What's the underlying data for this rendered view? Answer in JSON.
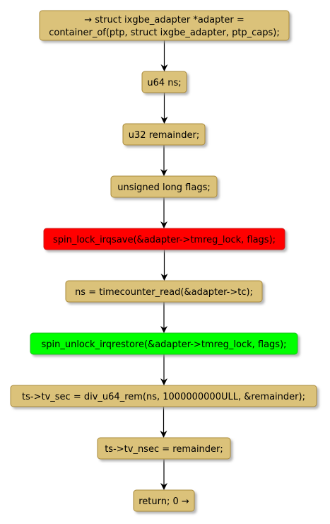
{
  "colors": {
    "node_fill": "#dbc27a",
    "node_border": "#a8893a",
    "shadow": "#b0b0b0",
    "lock_fill": "#ff0000",
    "lock_border": "#cc1a1a",
    "unlock_fill": "#00ff00",
    "unlock_border": "#1fbf1f",
    "arrow": "#000000"
  },
  "nodes": [
    {
      "id": "n1",
      "lines": [
        "→ struct ixgbe_adapter *adapter =",
        "container_of(ptp, struct ixgbe_adapter, ptp_caps);"
      ],
      "style": "default"
    },
    {
      "id": "n2",
      "lines": [
        "u64 ns;"
      ],
      "style": "default"
    },
    {
      "id": "n3",
      "lines": [
        "u32 remainder;"
      ],
      "style": "default"
    },
    {
      "id": "n4",
      "lines": [
        "unsigned long flags;"
      ],
      "style": "default"
    },
    {
      "id": "n5",
      "lines": [
        "spin_lock_irqsave(&adapter->tmreg_lock, flags);"
      ],
      "style": "lock"
    },
    {
      "id": "n6",
      "lines": [
        "ns = timecounter_read(&adapter->tc);"
      ],
      "style": "default"
    },
    {
      "id": "n7",
      "lines": [
        "spin_unlock_irqrestore(&adapter->tmreg_lock, flags);"
      ],
      "style": "unlock"
    },
    {
      "id": "n8",
      "lines": [
        "ts->tv_sec = div_u64_rem(ns, 1000000000ULL, &remainder);"
      ],
      "style": "default"
    },
    {
      "id": "n9",
      "lines": [
        "ts->tv_nsec = remainder;"
      ],
      "style": "default"
    },
    {
      "id": "n10",
      "lines": [
        "return; 0 →"
      ],
      "style": "default"
    }
  ],
  "edges": [
    [
      "n1",
      "n2"
    ],
    [
      "n2",
      "n3"
    ],
    [
      "n3",
      "n4"
    ],
    [
      "n4",
      "n5"
    ],
    [
      "n5",
      "n6"
    ],
    [
      "n6",
      "n7"
    ],
    [
      "n7",
      "n8"
    ],
    [
      "n8",
      "n9"
    ],
    [
      "n9",
      "n10"
    ]
  ]
}
